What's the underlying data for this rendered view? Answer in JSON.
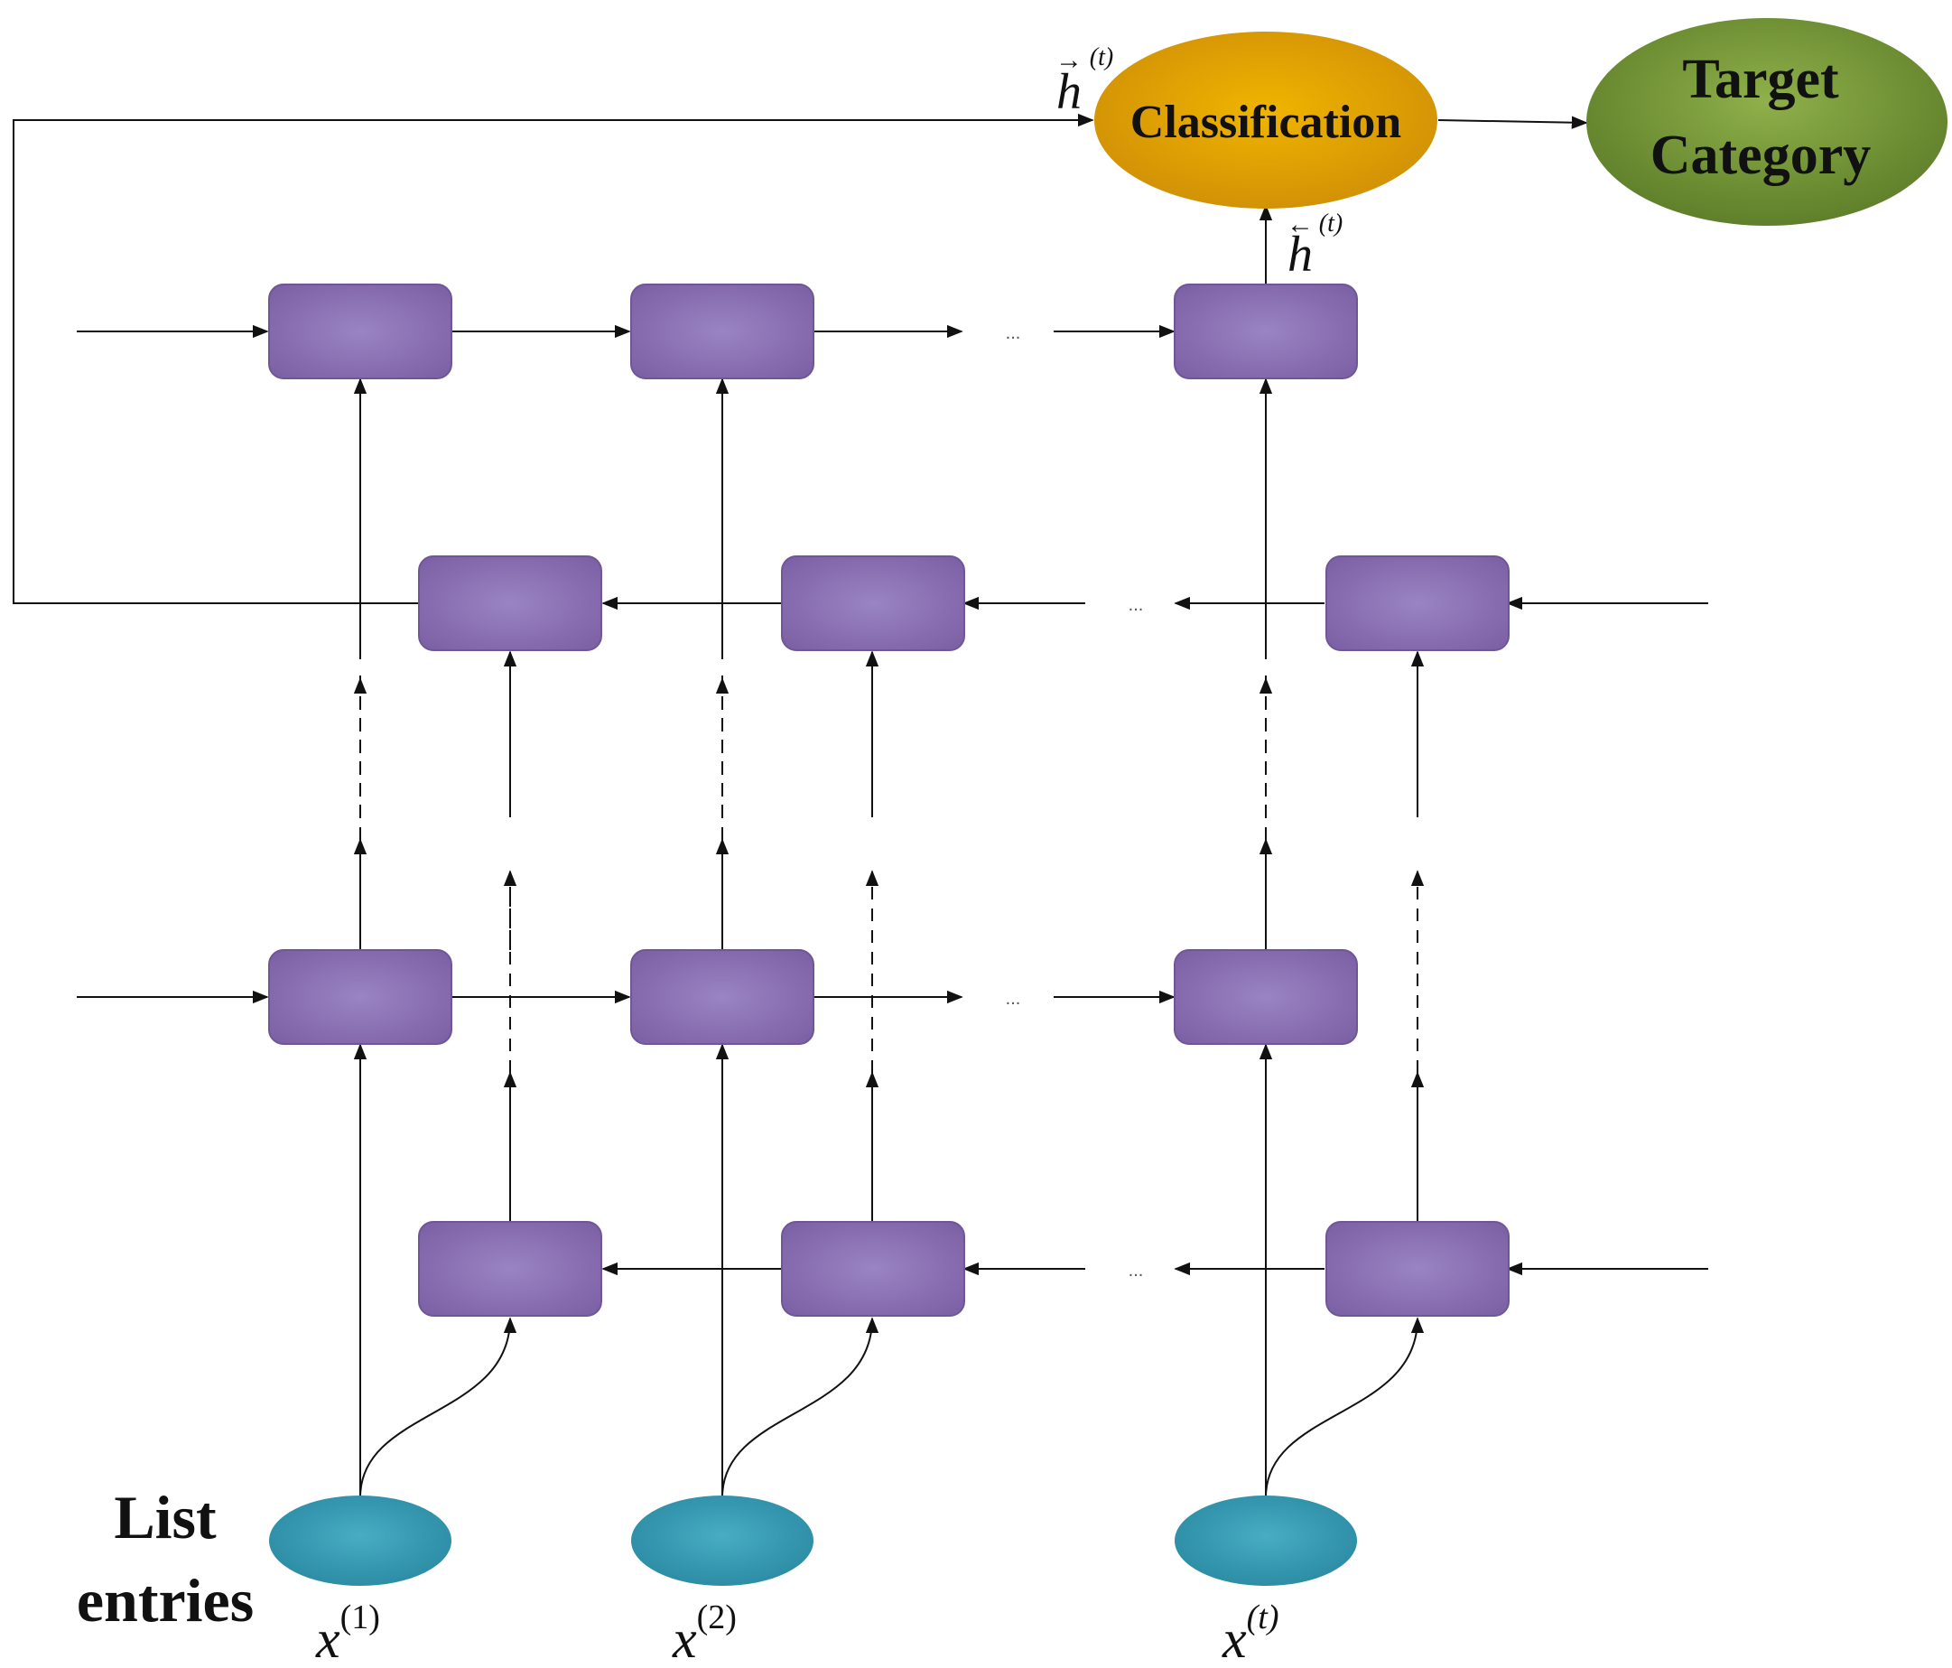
{
  "labels": {
    "list_entries": [
      "List",
      "entries"
    ],
    "classification": "Classification",
    "target_category": [
      "Target",
      "Category"
    ],
    "ellipsis": "...",
    "h_symbol": "h",
    "forward_arrow": "→",
    "backward_arrow": "←",
    "t_superscript": "(t)"
  },
  "inputs": [
    {
      "var": "x",
      "sup": "(1)"
    },
    {
      "var": "x",
      "sup": "(2)"
    },
    {
      "var": "x",
      "sup": "(t)"
    }
  ],
  "colors": {
    "cell_fill": "#8e73b4",
    "cell_edge": "#6f5696",
    "input_fill": "#3a9db5",
    "classification_fill": "#e6a400",
    "target_fill": "#7a9a3c",
    "line": "#111111"
  }
}
